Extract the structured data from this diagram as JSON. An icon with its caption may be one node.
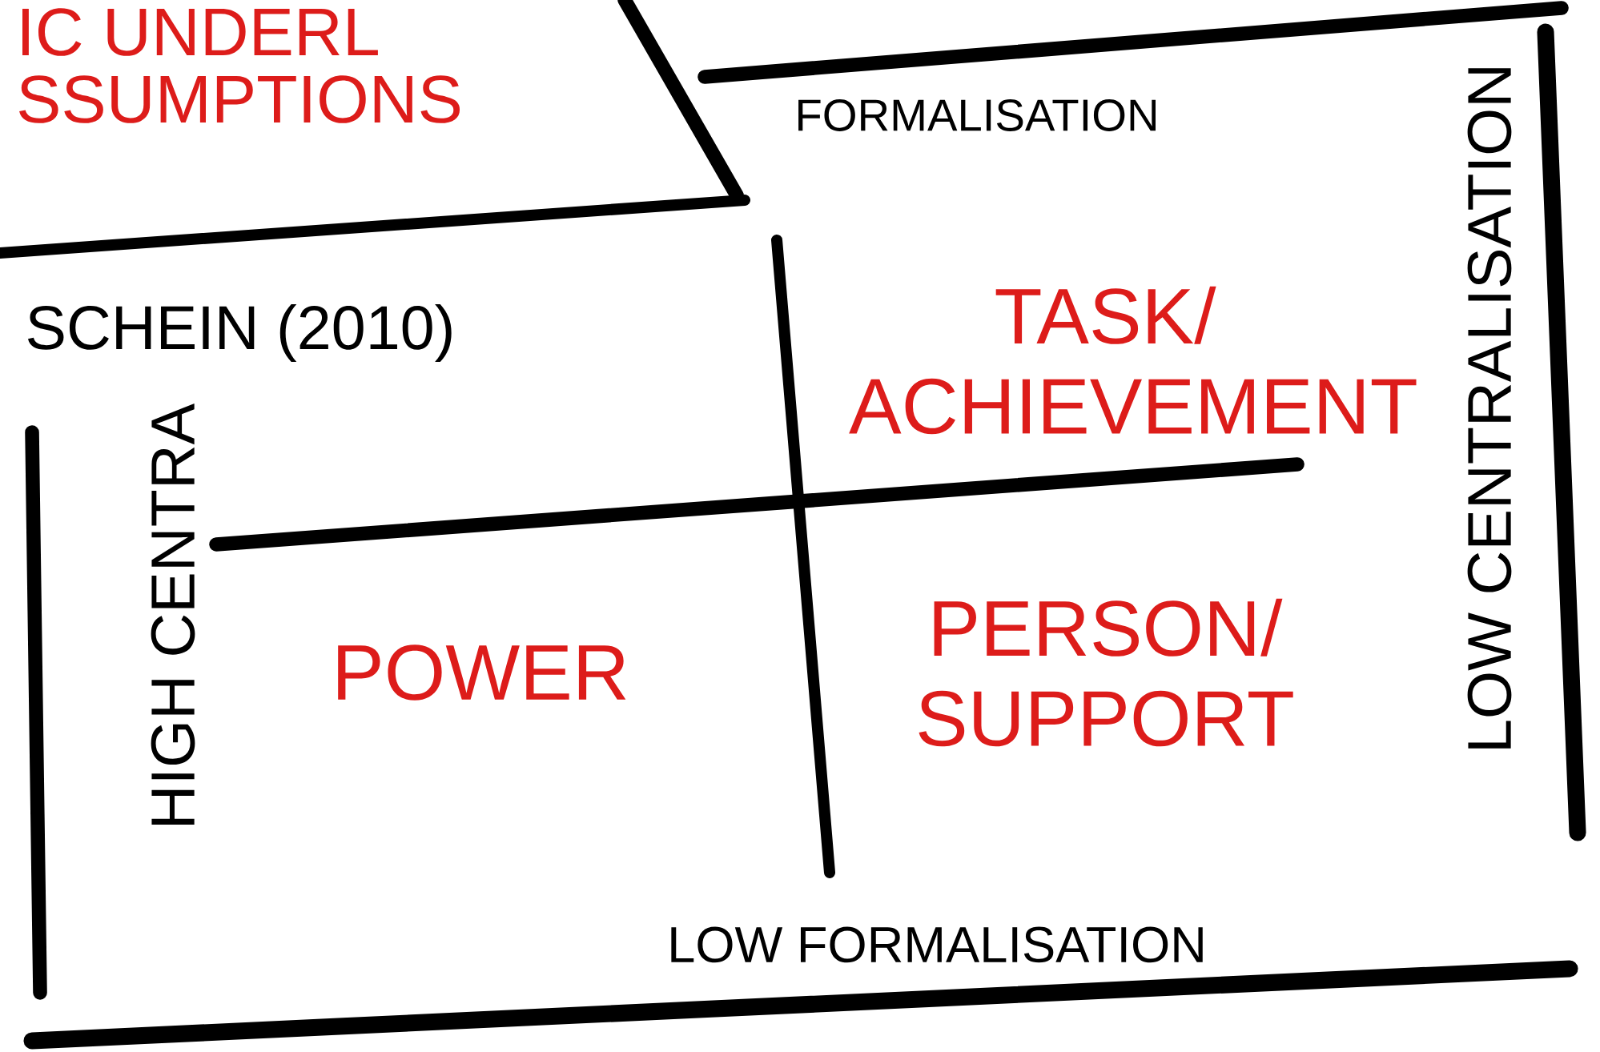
{
  "diagram": {
    "labels": [
      "IC UNDERL",
      "SSUMPTIONS",
      "FORMALISATION",
      "SCHEIN (2010)",
      "TASK/ ACHIEVEMENT",
      "HIGH CENTRA",
      "LOW CENTRALISATION",
      "POWER",
      "PERSON/ SUPPORT",
      "LOW FORMALISATION"
    ]
  }
}
